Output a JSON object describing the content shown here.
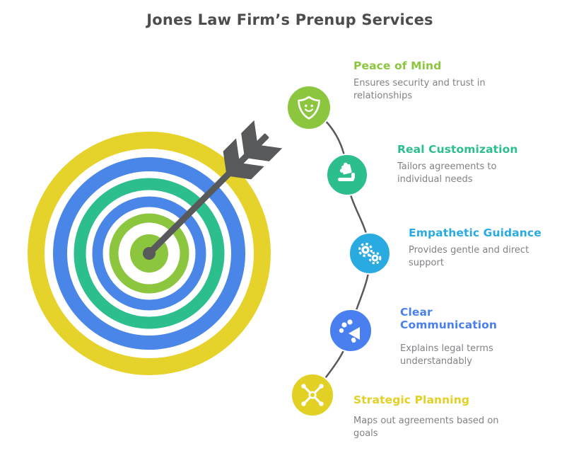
{
  "page_title": "Jones Law Firm’s Prenup Services",
  "heading_color": "#4D4D4D",
  "text_color": "#808285",
  "connector_color": "#58595B",
  "target": {
    "ring_colors": [
      "#E5D32B",
      "#4A86E8",
      "#2DBE8D",
      "#4A86E8",
      "#8CC63F"
    ],
    "center_color": "#8CC63F",
    "arrow_color": "#58595B"
  },
  "items": [
    {
      "title": "Peace of Mind",
      "description": "Ensures security and trust in relationships",
      "color": "#8CC63F",
      "icon": "shield-smile-icon"
    },
    {
      "title": "Real Customization",
      "description": "Tailors agreements to individual needs",
      "color": "#2DBE8D",
      "icon": "puzzle-hand-icon"
    },
    {
      "title": "Empathetic Guidance",
      "description": "Provides gentle and direct support",
      "color": "#29ABE2",
      "icon": "gears-support-icon"
    },
    {
      "title": "Clear Communication",
      "description": "Explains legal terms understandably",
      "color": "#4A7FF0",
      "icon": "megaphone-icon"
    },
    {
      "title": "Strategic Planning",
      "description": "Maps out agreements based on goals",
      "color": "#E3D024",
      "icon": "strategy-icon"
    }
  ]
}
